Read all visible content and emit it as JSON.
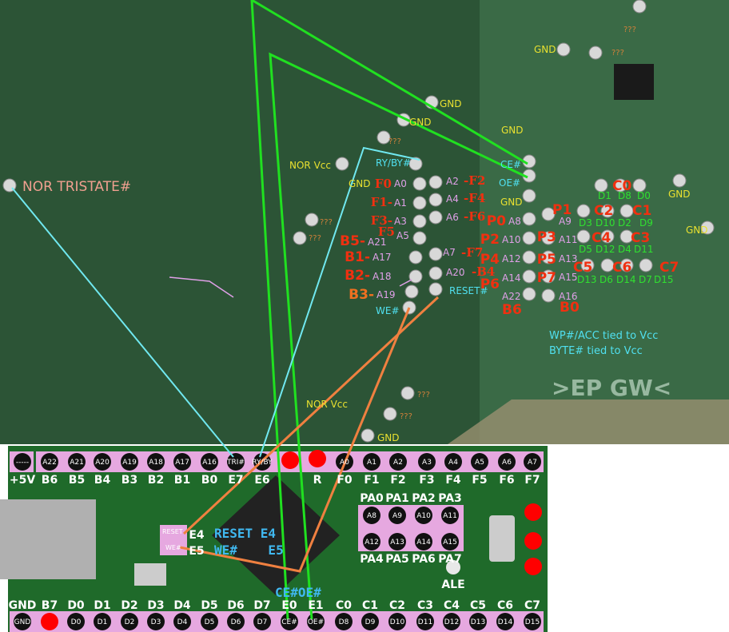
{
  "title_note": "NOR TRISTATE#",
  "unknown": [
    "???",
    "???",
    "???",
    "???",
    "???",
    "???",
    "???"
  ],
  "gnd": [
    "GND",
    "GND",
    "GND",
    "GND",
    "GND",
    "GND",
    "GND",
    "GND",
    "GND"
  ],
  "nor_vcc": [
    "NOR Vcc",
    "NOR Vcc"
  ],
  "control": {
    "ry_by": "RY/BY#",
    "ce": "CE#",
    "oe": "OE#",
    "reset": "RESET#",
    "we": "WE#"
  },
  "addr_left": [
    "A0",
    "A1",
    "A3",
    "A5",
    "A21",
    "A17",
    "A18",
    "A19"
  ],
  "addr_mid": [
    "A2",
    "A4",
    "A6",
    "A7",
    "A20"
  ],
  "addr_right1": [
    "A8",
    "A10",
    "A12",
    "A14",
    "A22"
  ],
  "addr_right2": [
    "A9",
    "A11",
    "A13",
    "A15",
    "A16"
  ],
  "map_left": [
    "F0",
    "F1-",
    "F3-",
    "F5",
    "B5-",
    "B1-",
    "B2-",
    "B3-"
  ],
  "map_mid": [
    "-F2",
    "-F4",
    "-F6",
    "-F7",
    "-B4"
  ],
  "map_p": [
    "P0",
    "P2",
    "P4",
    "P6",
    "B6",
    "P1",
    "P3",
    "P5",
    "P7",
    "B0"
  ],
  "map_c": [
    "C0",
    "C2",
    "C1",
    "C4",
    "C3",
    "C5",
    "C6",
    "C7"
  ],
  "data_pins": [
    "D1",
    "D8",
    "D0",
    "D3",
    "D10",
    "D2",
    "D9",
    "D5",
    "D12",
    "D4",
    "D11",
    "D13",
    "D6",
    "D14",
    "D7",
    "D15"
  ],
  "notes": [
    "WP#/ACC tied to Vcc",
    "BYTE# tied to Vcc"
  ],
  "silk_top": ">EP GW<",
  "board": {
    "top_pins": [
      "-----",
      "A22",
      "A21",
      "A20",
      "A19",
      "A18",
      "A17",
      "A16",
      "TRI#",
      "RY/BY",
      "A0",
      "A1",
      "A2",
      "A3",
      "A4",
      "A5",
      "A6",
      "A7"
    ],
    "top_silk": [
      "+5V",
      "B6",
      "B5",
      "B4",
      "B3",
      "B2",
      "B1",
      "B0",
      "E7",
      "E6",
      "R",
      "F0",
      "F1",
      "F2",
      "F3",
      "F4",
      "F5",
      "F6",
      "F7"
    ],
    "bottom_pins": [
      "GND",
      "D0",
      "D1",
      "D2",
      "D3",
      "D4",
      "D5",
      "D6",
      "D7",
      "CE#",
      "OE#",
      "D8",
      "D9",
      "D10",
      "D11",
      "D12",
      "D13",
      "D14",
      "D15"
    ],
    "bottom_silk": [
      "GND",
      "B7",
      "D0",
      "D1",
      "D2",
      "D3",
      "D4",
      "D5",
      "D6",
      "D7",
      "E0",
      "E1",
      "C0",
      "C1",
      "C2",
      "C3",
      "C4",
      "C5",
      "C6",
      "C7"
    ],
    "pa_top": [
      "PA0",
      "PA1",
      "PA2",
      "PA3"
    ],
    "pa_pins1": [
      "A8",
      "A9",
      "A10",
      "A11"
    ],
    "pa_pins2": [
      "A12",
      "A13",
      "A14",
      "A15"
    ],
    "pa_bottom": [
      "PA4",
      "PA5",
      "PA6",
      "PA7"
    ],
    "ale": "ALE",
    "pad_labels": [
      "RESET",
      "WE#",
      "E4",
      "E5"
    ],
    "annot": [
      "RESET E4",
      "WE#    E5",
      "CE#OE#"
    ]
  },
  "colors": {
    "green_wire": "#20e020",
    "cyan_wire": "#70e8f0",
    "orange_wire": "#f08040",
    "marker": "#ff0000"
  }
}
